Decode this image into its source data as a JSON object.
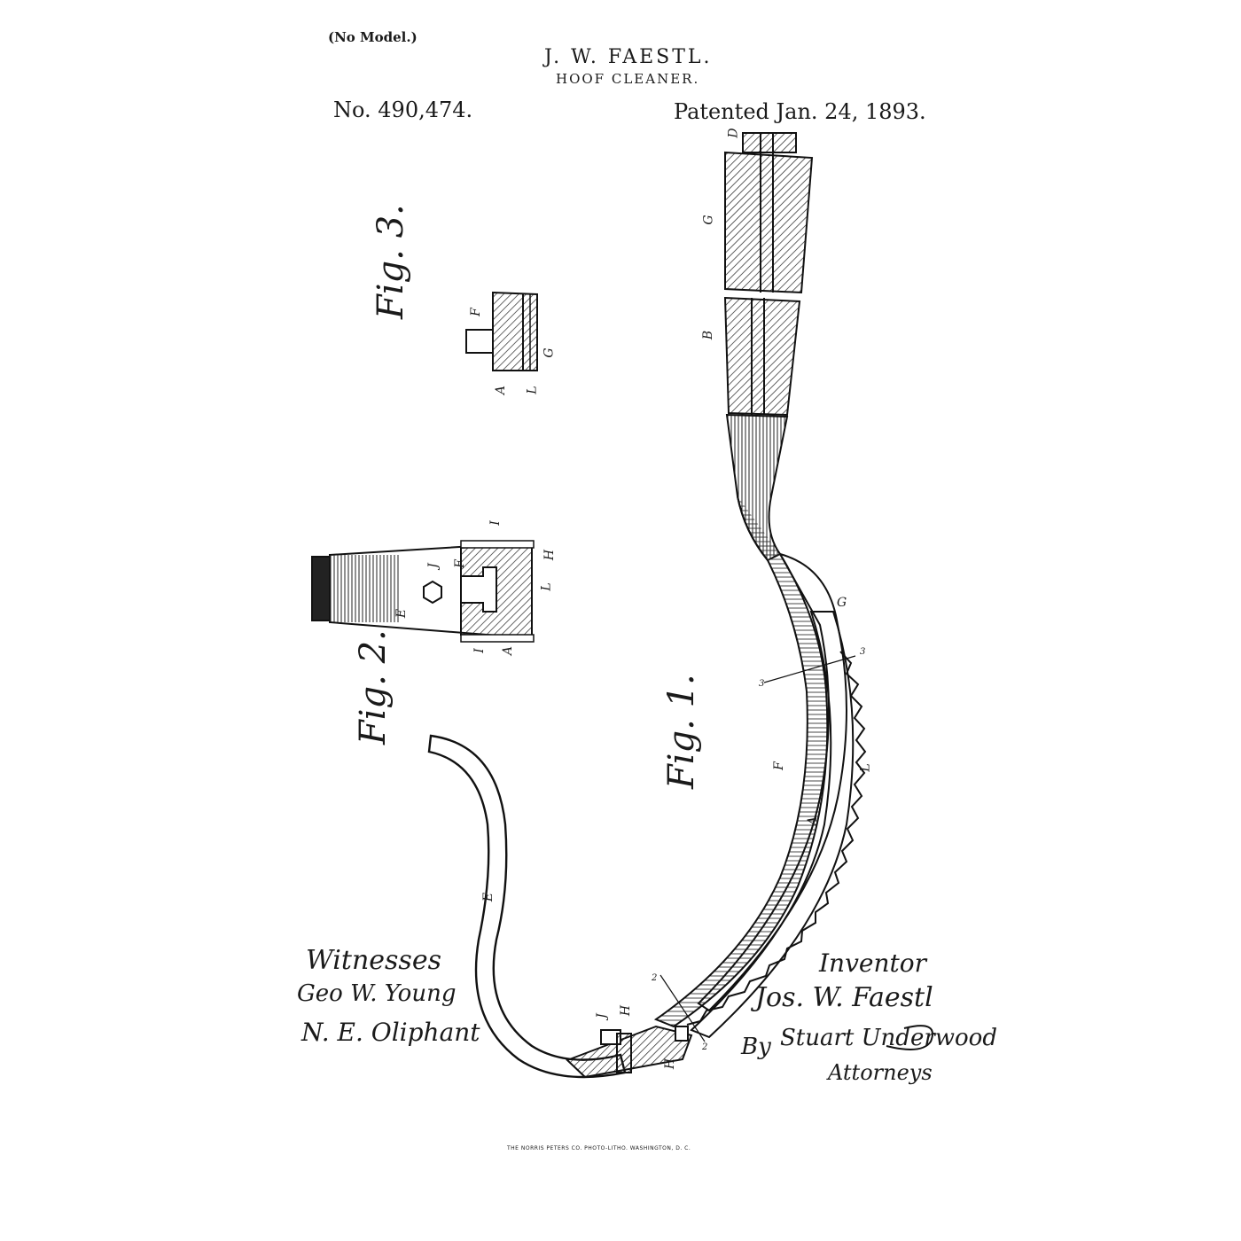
{
  "header": {
    "model_note": "(No Model.)",
    "inventor_name": "J. W. FAESTL.",
    "title": "HOOF CLEANER.",
    "patent_number": "No. 490,474.",
    "patent_date": "Patented Jan. 24, 1893."
  },
  "figures": {
    "fig1": "Fig. 1.",
    "fig2": "Fig. 2.",
    "fig3": "Fig. 3."
  },
  "reference_letters": {
    "a": "A",
    "b": "B",
    "d": "D",
    "e": "E",
    "f": "F",
    "g": "G",
    "h": "H",
    "i": "I",
    "j": "J",
    "l": "L",
    "sec2": "2",
    "sec3": "3"
  },
  "signatures": {
    "witnesses_heading": "Witnesses",
    "witness_1": "Geo W. Young",
    "witness_2": "N. E. Oliphant",
    "inventor_heading": "Inventor",
    "inventor_signature": "Jos. W. Faestl",
    "by": "By",
    "attorney_signature": "Stuart Underwood",
    "attorneys_heading": "Attorneys"
  },
  "printer_credit": "THE NORRIS PETERS CO. PHOTO-LITHO. WASHINGTON, D. C."
}
